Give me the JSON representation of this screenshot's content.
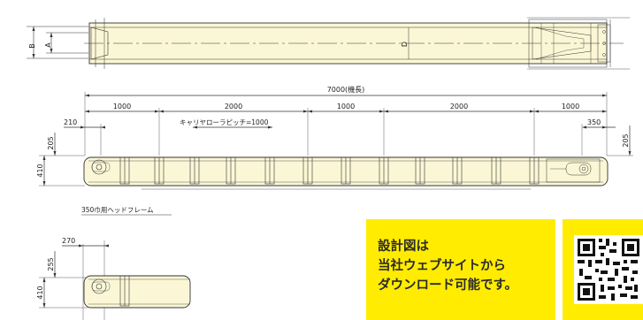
{
  "top_view": {
    "dim_b": "B",
    "dim_a": "A",
    "dim_d": "D"
  },
  "side_view": {
    "overall_length": "7000(機長)",
    "segments": [
      "1000",
      "2000",
      "1000",
      "2000",
      "1000"
    ],
    "left_offset": "210",
    "right_offset": "350",
    "carrier_pitch": "キャリヤローラピッチ=1000",
    "height_left_upper": "205",
    "height_left_total": "410",
    "height_right_upper": "205"
  },
  "head_frame": {
    "title": "350巾用ヘッドフレーム",
    "width": "270",
    "height_upper": "255",
    "height_total": "410"
  },
  "promo": {
    "lines": [
      "設計図は",
      "当社ウェブサイトから",
      "ダウンロード可能です。"
    ],
    "background": "#ffec00"
  },
  "qr": {
    "icon": "qr-code-icon"
  },
  "colors": {
    "frame_fill": "#fbf7d6",
    "line": "#333333",
    "accent": "#ffec00"
  }
}
